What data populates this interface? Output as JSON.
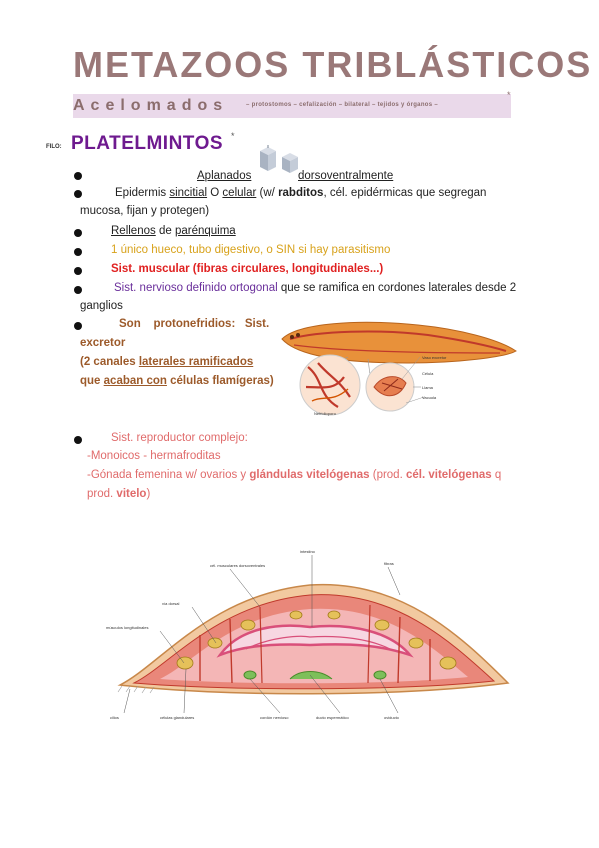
{
  "title": "METAZOOS TRIBLÁSTICOS",
  "subtitle": {
    "word": "Acelomados",
    "tags": "– protostomos – cefalización – bilateral – tejidos y órganos –",
    "star": "*"
  },
  "phylum": {
    "tag": "FILO:",
    "name": "PLATELMINTOS",
    "star": "*"
  },
  "bullets": {
    "b1": {
      "a": "Aplanados",
      "b": "dorsoventralmente"
    },
    "b2": {
      "pre": "Epidermis",
      "sincitial": "sincitial",
      "o": "O",
      "celular": "celular",
      "w": "(w/",
      "rabditos": "rabditos",
      "rest": ", cél. epidérmicas que segregan",
      "line2": "mucosa, fijan y protegen)"
    },
    "b3": {
      "a": "Rellenos",
      "de": "de",
      "b": "parénquima"
    },
    "b4": {
      "text": "1 único hueco, tubo digestivo, o SIN si hay parasitismo"
    },
    "b5": {
      "text": "Sist. muscular (fibras circulares, longitudinales...)"
    },
    "b6": {
      "a": "Sist. nervioso definido ortogonal",
      "b": "que se ramifica en cordones laterales desde 2",
      "line2": "ganglios"
    },
    "b7": {
      "son": "Son",
      "proto": "protonefridios:",
      "sist": "Sist.",
      "excretor": "excretor",
      "l2a": "(2 canales",
      "l2b": "laterales ramificados",
      "l3a": "que",
      "l3b": "acaban con",
      "l3c": "células flamígeras)"
    },
    "b8": {
      "text": "Sist. reproductor complejo:",
      "sub1": "-Monoicos - hermafroditas",
      "sub2a": "-Gónada femenina w/ ovarios y",
      "sub2b": "glándulas vitelógenas",
      "sub2c": "(prod.",
      "sub2d": "cél. vitelógenas",
      "sub2e": "q",
      "sub3a": "prod.",
      "sub3b": "vitelo",
      "sub3c": ")"
    }
  },
  "figure_small_labels": {
    "l1": "Vaso excretor",
    "l2": "Célula",
    "l3": "Llama",
    "l4": "Vacuola",
    "l5": "Nefridioporo"
  },
  "figure_big_labels": {
    "top": "intestino",
    "topright": "fibras",
    "tl1": "cél. musculares dorsoventrales",
    "tl2": "vía dorsal",
    "tl3": "músculos longitudinales",
    "b1": "cilios",
    "b2": "células glandulares",
    "b3": "cordón nervioso",
    "b4": "ducto espermático",
    "b5": "oviducto"
  },
  "colors": {
    "title": "#9a7878",
    "phylum": "#6e1a8f",
    "band": "#ead9ea"
  }
}
